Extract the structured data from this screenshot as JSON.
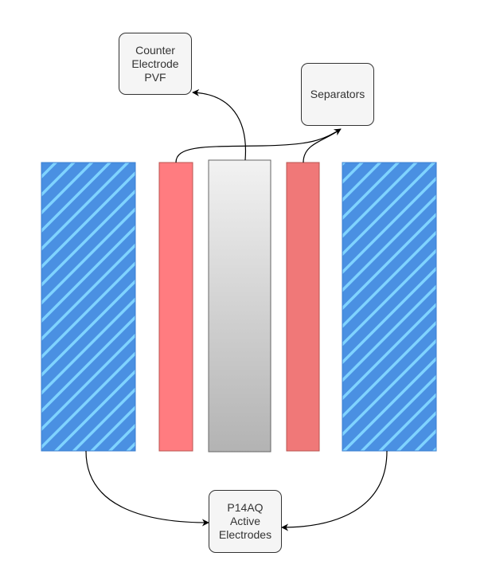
{
  "diagram": {
    "nodes": {
      "counter_electrode": {
        "lines": [
          "Counter",
          "Electrode",
          "PVF"
        ]
      },
      "separators": {
        "lines": [
          "Separators"
        ]
      },
      "active_electrodes": {
        "lines": [
          "P14AQ",
          "Active",
          "Electrodes"
        ]
      }
    },
    "colors": {
      "electrode_fill": "#4a90e2",
      "electrode_hatch": "#7fd3ff",
      "separator_left": "#ff7c80",
      "separator_right": "#f07878",
      "counter_gradient_top": "#f2f2f2",
      "counter_gradient_bottom": "#b3b3b3",
      "stroke": "#000000",
      "box_fill": "#f5f5f5"
    },
    "edges": [
      {
        "from": "left-active-electrode",
        "to": "active_electrodes"
      },
      {
        "from": "right-active-electrode",
        "to": "active_electrodes"
      },
      {
        "from": "counter-electrode",
        "to": "counter_electrode"
      },
      {
        "from": "left-separator",
        "to": "separators"
      },
      {
        "from": "right-separator",
        "to": "separators"
      }
    ]
  }
}
